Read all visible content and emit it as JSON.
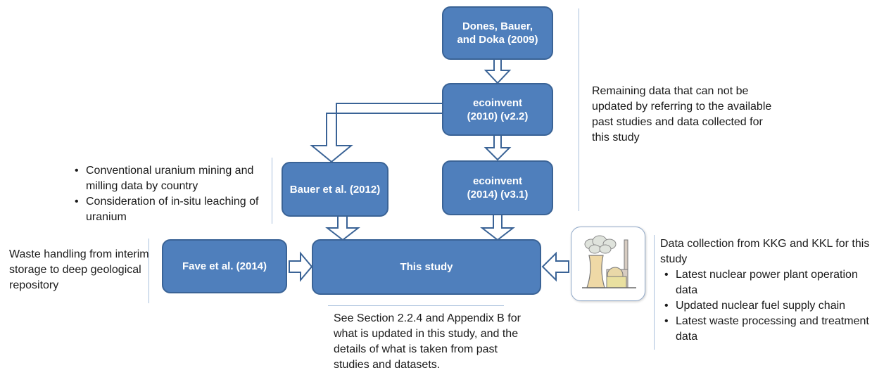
{
  "nodes": {
    "dones": "Dones, Bauer, and Doka (2009)",
    "ecoinvent2010": "ecoinvent (2010) (v2.2)",
    "bauer": "Bauer et al. (2012)",
    "ecoinvent2014": "ecoinvent (2014) (v3.1)",
    "fave": "Fave et al. (2014)",
    "this_study": "This study"
  },
  "notes": {
    "remaining": "Remaining data that can not be updated by referring to the available past studies and data collected for this study",
    "bauer_bullets": [
      "Conventional uranium mining and milling data by country",
      "Consideration of in-situ leaching of uranium"
    ],
    "waste": "Waste handling from interim storage to deep geological repository",
    "kkg_intro": "Data collection from KKG and KKL for this study",
    "kkg_bullets": [
      "Latest nuclear power plant operation data",
      "Updated nuclear fuel supply chain",
      "Latest waste processing and treatment data"
    ],
    "section": "See Section 2.2.4 and Appendix B for what is updated in this study, and the details of what is taken from past studies and datasets."
  },
  "icon": "nuclear-power-plant-icon",
  "colors": {
    "node_fill": "#4f7fbc",
    "node_border": "#3a6396",
    "arrow_stroke": "#3a6396",
    "rule": "#a9c0dc"
  }
}
